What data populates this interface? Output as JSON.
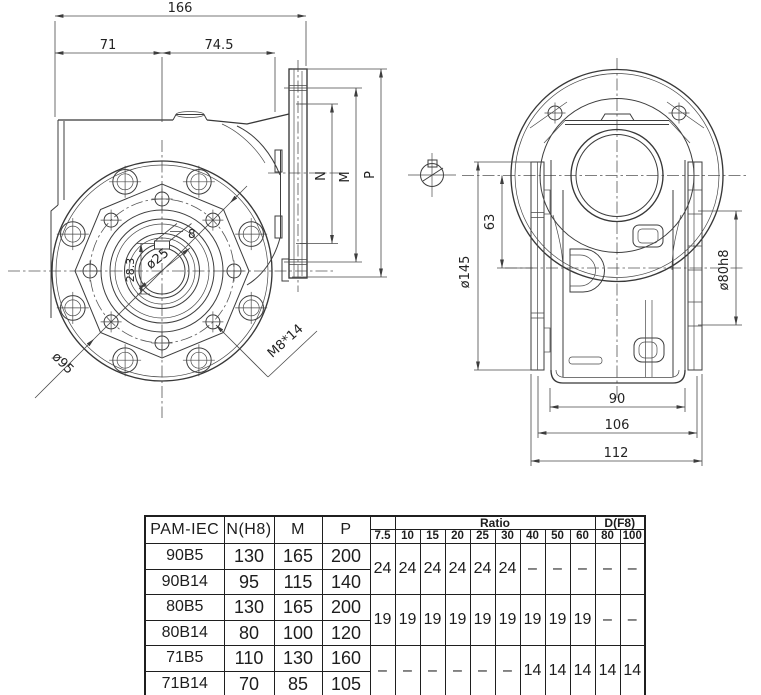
{
  "drawing": {
    "front": {
      "w166": "166",
      "w71": "71",
      "w745": "74.5",
      "d95": "ø95",
      "m8": "M8*14",
      "d25": "ø25",
      "h283": "28.3",
      "w8": "8",
      "n": "N",
      "m": "M",
      "p": "P"
    },
    "side": {
      "d145": "ø145",
      "h63": "63",
      "d80": "ø80h8",
      "w90": "90",
      "w106": "106",
      "w112": "112"
    }
  },
  "table": {
    "headers": [
      "PAM-IEC",
      "N(H8)",
      "M",
      "P"
    ],
    "ratio_label": "Ratio",
    "df8_label": "D(F8)",
    "ratio_cols": [
      "7.5",
      "10",
      "15",
      "20",
      "25",
      "30",
      "40",
      "50",
      "60",
      "80",
      "100"
    ],
    "rows": [
      [
        "90B5",
        "130",
        "165",
        "200"
      ],
      [
        "90B14",
        "95",
        "115",
        "140"
      ],
      [
        "80B5",
        "130",
        "165",
        "200"
      ],
      [
        "80B14",
        "80",
        "100",
        "120"
      ],
      [
        "71B5",
        "110",
        "130",
        "160"
      ],
      [
        "71B14",
        "70",
        "85",
        "105"
      ]
    ],
    "groups": [
      [
        "24",
        "24",
        "24",
        "24",
        "24",
        "24",
        "–",
        "–",
        "–",
        "–",
        "–"
      ],
      [
        "19",
        "19",
        "19",
        "19",
        "19",
        "19",
        "19",
        "19",
        "19",
        "–",
        "–"
      ],
      [
        "–",
        "–",
        "–",
        "–",
        "–",
        "–",
        "14",
        "14",
        "14",
        "14",
        "14"
      ]
    ]
  }
}
